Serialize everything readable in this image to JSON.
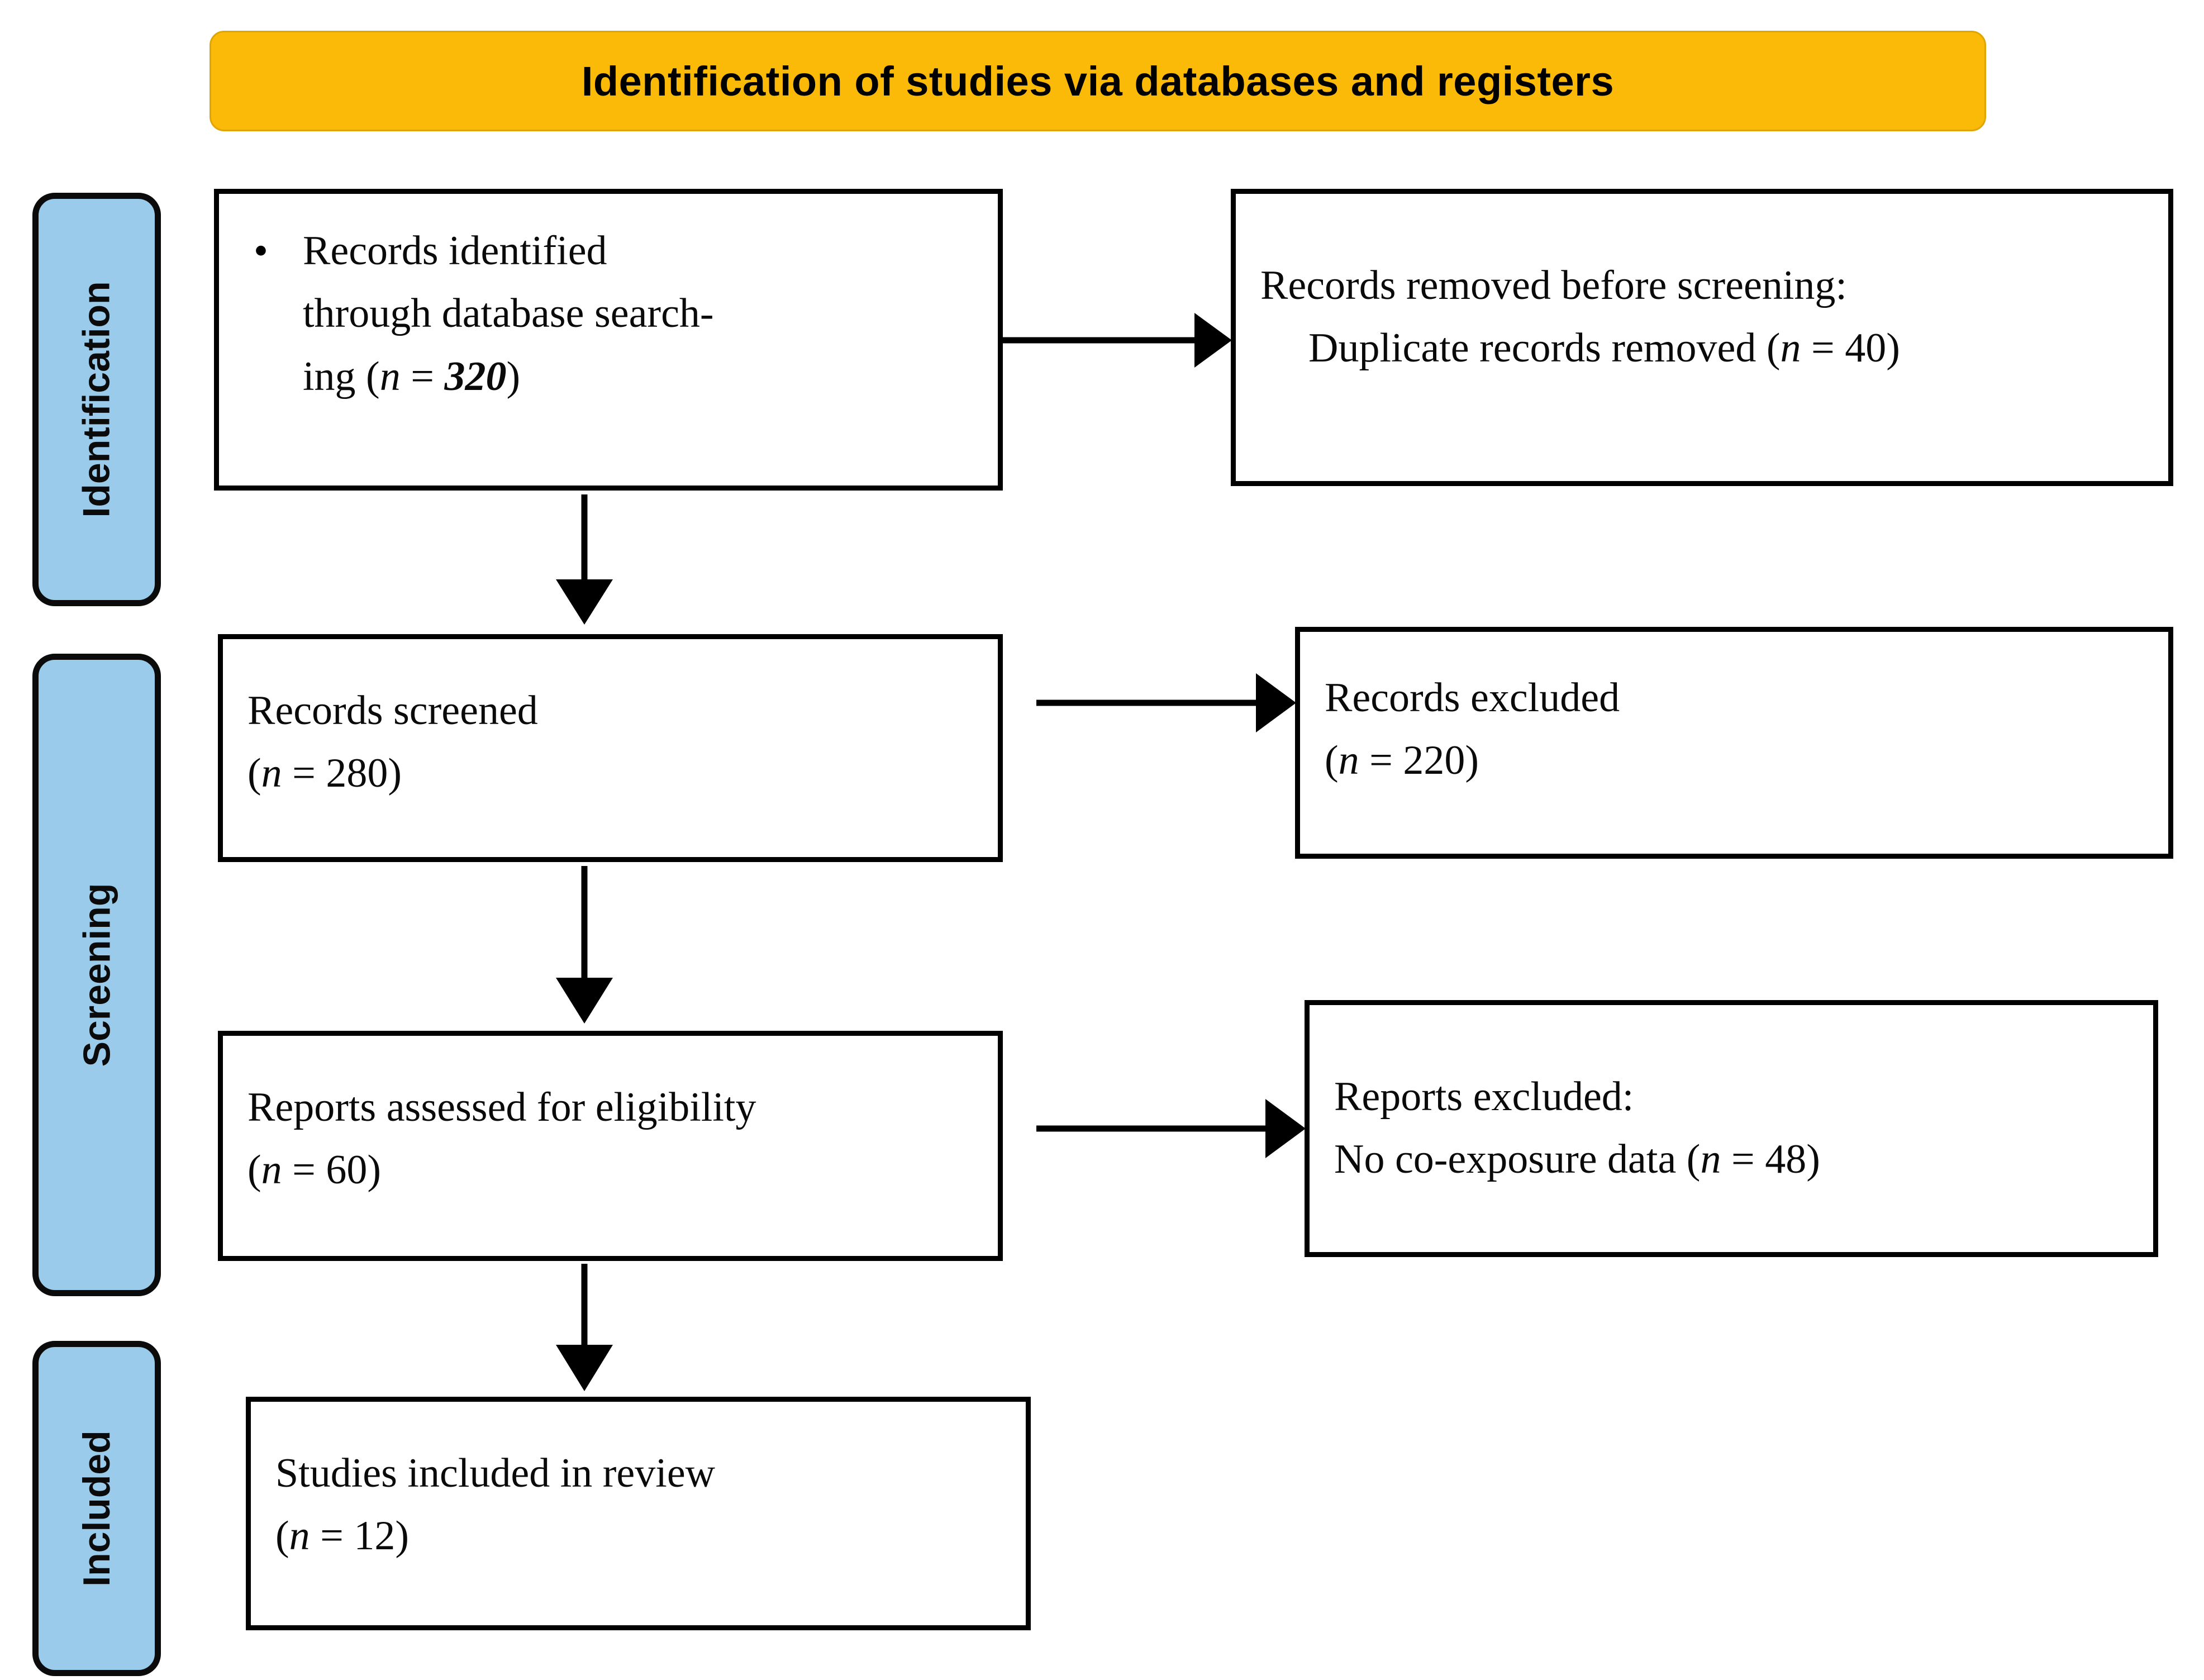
{
  "banner": {
    "title": "Identification of studies via databases and registers",
    "fill_color": "#FBBA07",
    "border_color": "#E0A500"
  },
  "stages": [
    {
      "label": "Identification",
      "fill_color": "#9BCBEB"
    },
    {
      "label": "Screening",
      "fill_color": "#9BCBEB"
    },
    {
      "label": "Included",
      "fill_color": "#9BCBEB"
    }
  ],
  "boxes": {
    "records_identified": {
      "bullet": "•",
      "line1": "Records identified",
      "line2": "through database search-",
      "line3_prefix": "ing (",
      "line3_n": "n",
      "line3_eq": " = ",
      "line3_value": "320",
      "line3_suffix": ")"
    },
    "records_removed": {
      "line1": "Records removed before screening:",
      "line2_prefix": "Duplicate records removed (",
      "line2_n": "n",
      "line2_eq": " = ",
      "line2_value": "40",
      "line2_suffix": ")"
    },
    "records_screened": {
      "line1": "Records screened",
      "line2_prefix": "(",
      "line2_n": "n",
      "line2_eq": " = ",
      "line2_value": "280",
      "line2_suffix": ")"
    },
    "records_excluded": {
      "line1": "Records excluded",
      "line2_prefix": "(",
      "line2_n": "n",
      "line2_eq": " = ",
      "line2_value": "220",
      "line2_suffix": ")"
    },
    "reports_assessed": {
      "line1": "Reports assessed for eligibility",
      "line2_prefix": "(",
      "line2_n": "n",
      "line2_eq": " = ",
      "line2_value": "60",
      "line2_suffix": ")"
    },
    "reports_excluded": {
      "line1": "Reports excluded:",
      "line2_prefix": "No co-exposure data (",
      "line2_n": "n",
      "line2_eq": " = ",
      "line2_value": "48",
      "line2_suffix": ")"
    },
    "studies_included": {
      "line1": "Studies included in review",
      "line2_prefix": "(",
      "line2_n": "n",
      "line2_eq": " = ",
      "line2_value": "12",
      "line2_suffix": ")"
    }
  },
  "chart_data": {
    "type": "diagram",
    "title": "Identification of studies via databases and registers",
    "diagram_kind": "PRISMA flow diagram",
    "stages": [
      "Identification",
      "Screening",
      "Included"
    ],
    "nodes": [
      {
        "id": "records_identified",
        "stage": "Identification",
        "label": "Records identified through database searching",
        "n": 320
      },
      {
        "id": "records_removed",
        "stage": "Identification",
        "label": "Records removed before screening: Duplicate records removed",
        "n": 40
      },
      {
        "id": "records_screened",
        "stage": "Screening",
        "label": "Records screened",
        "n": 280
      },
      {
        "id": "records_excluded",
        "stage": "Screening",
        "label": "Records excluded",
        "n": 220
      },
      {
        "id": "reports_assessed",
        "stage": "Screening",
        "label": "Reports assessed for eligibility",
        "n": 60
      },
      {
        "id": "reports_excluded",
        "stage": "Screening",
        "label": "Reports excluded: No co-exposure data",
        "n": 48
      },
      {
        "id": "studies_included",
        "stage": "Included",
        "label": "Studies included in review",
        "n": 12
      }
    ],
    "edges": [
      {
        "from": "records_identified",
        "to": "records_removed",
        "direction": "right"
      },
      {
        "from": "records_identified",
        "to": "records_screened",
        "direction": "down"
      },
      {
        "from": "records_screened",
        "to": "records_excluded",
        "direction": "right"
      },
      {
        "from": "records_screened",
        "to": "reports_assessed",
        "direction": "down"
      },
      {
        "from": "reports_assessed",
        "to": "reports_excluded",
        "direction": "right"
      },
      {
        "from": "reports_assessed",
        "to": "studies_included",
        "direction": "down"
      }
    ]
  }
}
